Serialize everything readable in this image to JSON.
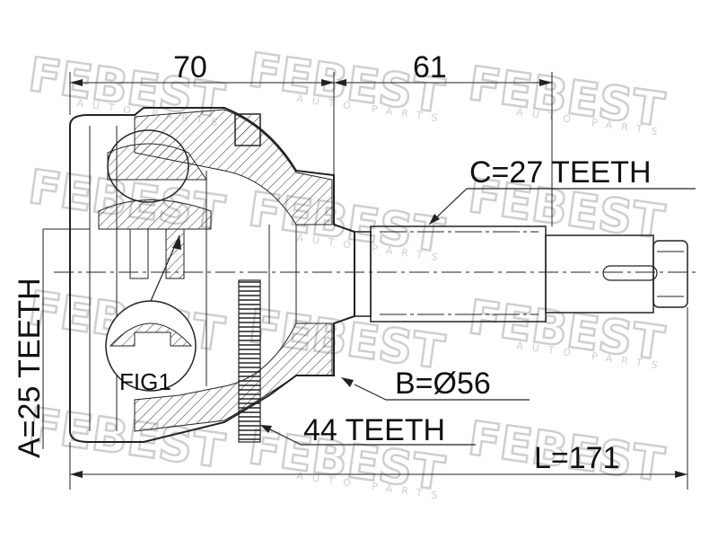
{
  "watermark": {
    "brand": "FEBEST",
    "sub": "AUTO PARTS"
  },
  "dimensions": {
    "left_length": "70",
    "right_length": "61",
    "total_length": "L=171"
  },
  "callouts": {
    "outer_teeth": "C=27 TEETH",
    "outer_diameter": "B=Ø56",
    "abs_teeth": "44 TEETH",
    "inner_teeth": "A=25 TEETH",
    "figure_label": "FIG1"
  },
  "colors": {
    "line": "#222222",
    "watermark": "#cfcfcf",
    "text": "#111111"
  }
}
